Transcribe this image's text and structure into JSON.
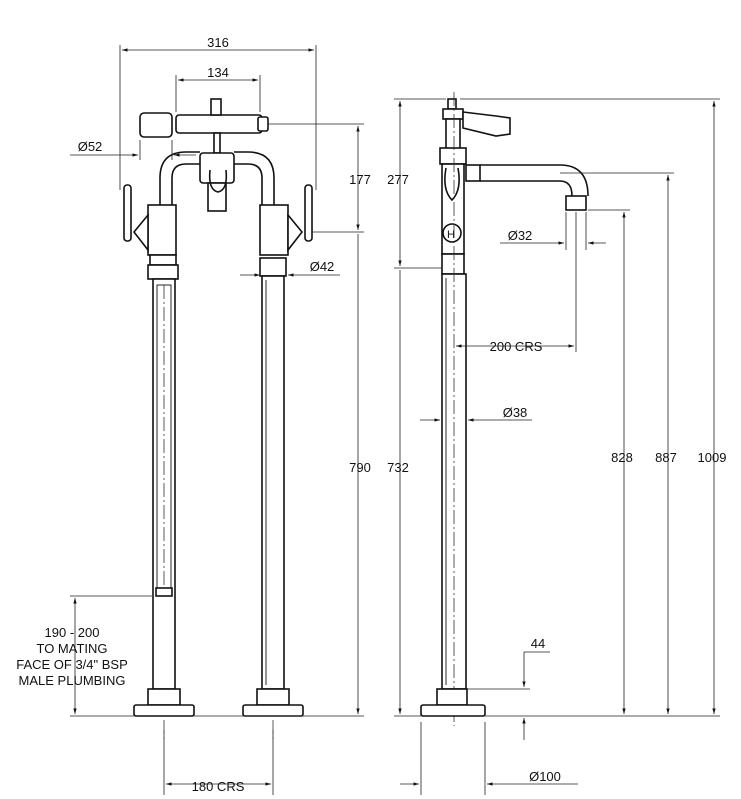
{
  "front_view": {
    "dims": {
      "overall_width": "316",
      "handle_span": "134",
      "handle_dia": "Ø52",
      "upper_height": "177",
      "inlet_dia": "Ø42",
      "overall_height": "790",
      "leg_centres": "180 CRS"
    },
    "note": [
      "190 - 200",
      "TO MATING",
      "FACE OF 3/4\" BSP",
      "MALE PLUMBING"
    ]
  },
  "side_view": {
    "dims": {
      "upper_height": "277",
      "outlet_dia": "Ø32",
      "spout_reach": "200 CRS",
      "column_dia": "Ø38",
      "column_height": "732",
      "outlet_height": "828",
      "spout_top_height": "887",
      "overall_height": "1009",
      "base_height": "44",
      "base_dia": "Ø100"
    }
  }
}
